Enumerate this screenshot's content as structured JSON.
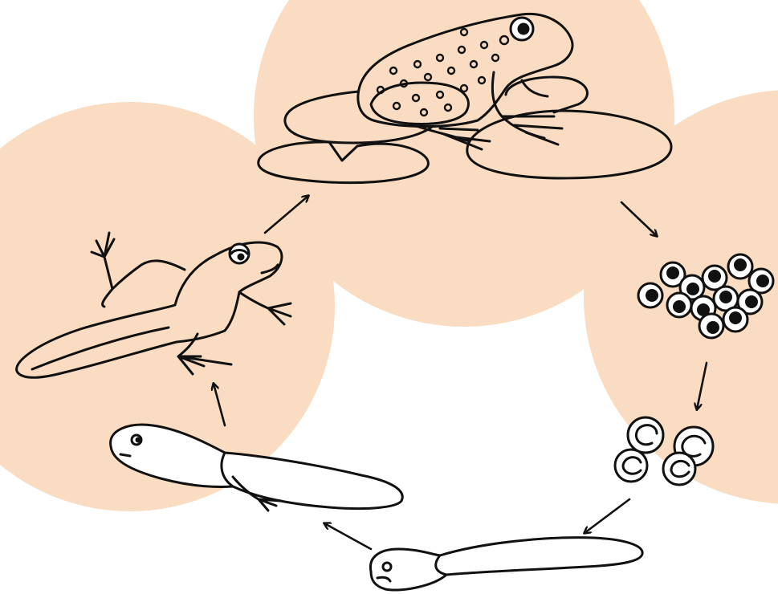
{
  "diagram": {
    "stages": [
      {
        "id": "adult-frog",
        "icon": "adult-frog-on-lily-pads-icon"
      },
      {
        "id": "frogspawn",
        "icon": "frogspawn-eggs-icon"
      },
      {
        "id": "developing-embryos",
        "icon": "curled-embryos-icon"
      },
      {
        "id": "tadpole",
        "icon": "tadpole-icon"
      },
      {
        "id": "tadpole-with-legs",
        "icon": "tadpole-with-legs-icon"
      },
      {
        "id": "froglet",
        "icon": "froglet-icon"
      }
    ],
    "colors": {
      "circle_fill": "#f9dcc1",
      "ink": "#111111",
      "background": "#ffffff"
    }
  }
}
